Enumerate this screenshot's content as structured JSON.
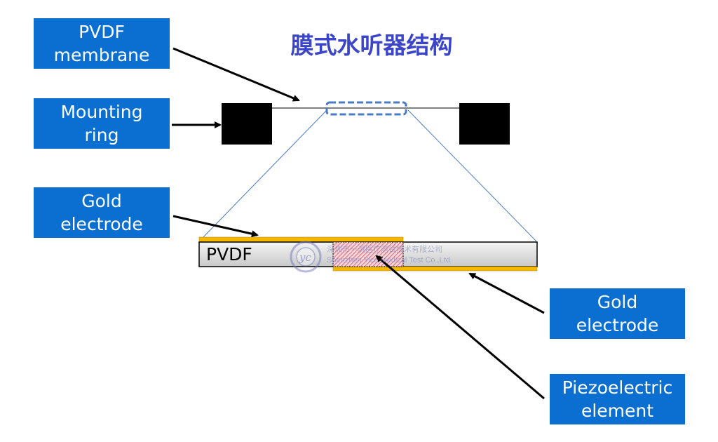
{
  "title": "膜式水听器结构",
  "labels": {
    "pvdf_membrane": [
      "PVDF",
      "membrane"
    ],
    "mounting_ring": [
      "Mounting",
      "ring"
    ],
    "gold_electrode_top": [
      "Gold",
      "electrode"
    ],
    "gold_electrode_bottom": [
      "Gold",
      "electrode"
    ],
    "piezoelectric_element": [
      "Piezoelectric",
      "element"
    ]
  },
  "layer_text": "PVDF",
  "watermark": {
    "line1": "深圳市一测医疗测试技术有限公司",
    "line2": "Shenzhen Yice Medical Test Co.,Ltd"
  },
  "colors": {
    "label_bg": "#0a6fd1",
    "title": "#3b45c9",
    "gold": "#f5b800",
    "dashed_outline": "#4a7cc4"
  }
}
